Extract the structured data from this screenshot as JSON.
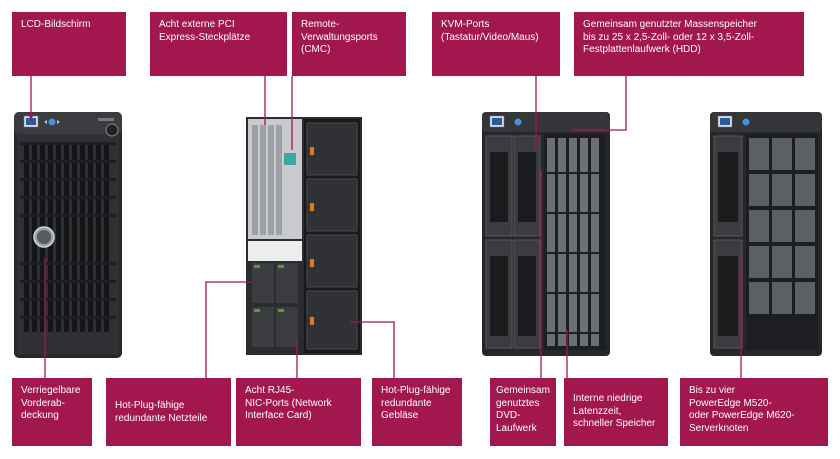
{
  "colors": {
    "label_box": "#a3174f",
    "leader_line": "#a3174f"
  },
  "labels": {
    "lcd": "LCD-Bildschirm",
    "pci": "Acht externe PCI\nExpress-Steckplätze",
    "remote": "Remote-\nVerwaltungsports\n(CMC)",
    "kvm": "KVM-Ports\n(Tastatur/Video/Maus)",
    "storage": "Gemeinsam  genutzter Massenspeicher\nbis zu 25 x 2,5-Zoll- oder 12 x 3,5-Zoll-\nFestplattenlaufwerk (HDD)",
    "bezel": "Verriegelbare\nVorderab-\ndeckung",
    "psu": "Hot-Plug-fähige\nredundante Netzteile",
    "nic": "Acht RJ45-\nNIC-Ports  (Network\nInterface Card)",
    "fans": "Hot-Plug-fähige\nredundante\nGebläse",
    "dvd": "Gemeinsam\ngenutztes\nDVD-\nLaufwerk",
    "memory": "Interne niedrige\nLatenzzeit,\nschneller Speicher",
    "nodes": "Bis zu vier\nPowerEdge M520-\noder PowerEdge M620-\nServerknoten"
  }
}
